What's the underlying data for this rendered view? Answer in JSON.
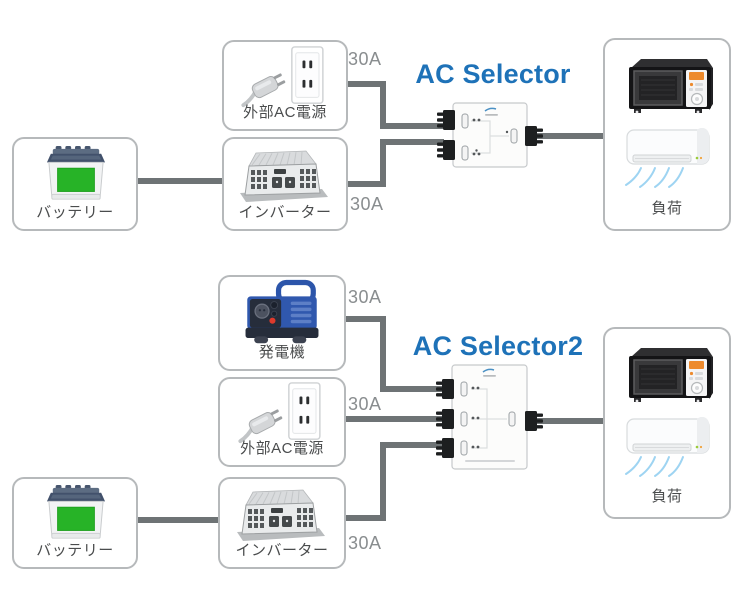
{
  "colors": {
    "title_blue": "#1e72b8",
    "line_gray": "#6e7375",
    "box_border": "#b6b9bb",
    "label_text": "#4a4c4d",
    "amp_text": "#898d8f",
    "battery_green": "#27b327",
    "generator_blue": "#3058ae"
  },
  "top_diagram": {
    "title": "AC Selector",
    "battery_label": "バッテリー",
    "external_ac_label": "外部AC電源",
    "inverter_label": "インバーター",
    "load_label": "負荷",
    "amp_labels": [
      "30A",
      "30A"
    ],
    "connections": [
      "battery → inverter",
      "external-ac → ac-selector input-1 (30A)",
      "inverter → ac-selector input-2 (30A)",
      "ac-selector output → load"
    ]
  },
  "bottom_diagram": {
    "title": "AC Selector2",
    "generator_label": "発電機",
    "external_ac_label": "外部AC電源",
    "battery_label": "バッテリー",
    "inverter_label": "インバーター",
    "load_label": "負荷",
    "amp_labels": [
      "30A",
      "30A",
      "30A"
    ],
    "connections": [
      "battery → inverter",
      "generator → ac-selector2 input-1 (30A)",
      "external-ac → ac-selector2 input-2 (30A)",
      "inverter → ac-selector2 input-3 (30A)",
      "ac-selector2 output → load"
    ]
  }
}
